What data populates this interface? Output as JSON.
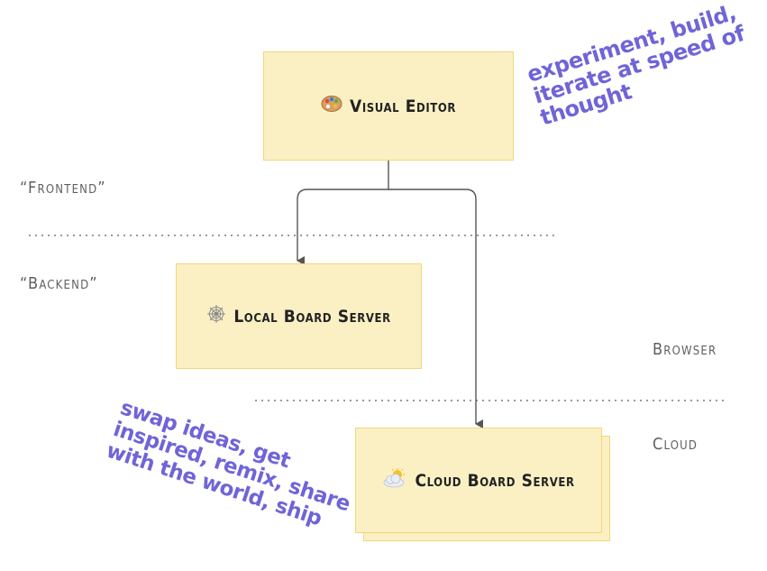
{
  "nodes": {
    "visual_editor": {
      "label": "Visual Editor",
      "icon": "palette-icon"
    },
    "local_board_server": {
      "label": "Local Board Server",
      "icon": "spider-web-icon"
    },
    "cloud_board_server": {
      "label": "Cloud Board Server",
      "icon": "sun-behind-cloud-icon"
    }
  },
  "zones": {
    "frontend": "“Frontend”",
    "backend": "“Backend”",
    "browser": "Browser",
    "cloud": "Cloud"
  },
  "notes": {
    "editor": [
      "experiment, build,",
      "iterate at speed of",
      "thought"
    ],
    "cloud": [
      "swap ideas, get",
      "inspired, remix, share",
      "with the world, ship"
    ]
  },
  "edges": [
    {
      "from": "visual_editor",
      "to": "local_board_server"
    },
    {
      "from": "visual_editor",
      "to": "cloud_board_server"
    }
  ],
  "colors": {
    "box_fill": "#fbf0c4",
    "box_border": "#f1d77a",
    "note_text": "#6f64d8",
    "connector": "#555555",
    "divider": "#9a9a9a"
  }
}
